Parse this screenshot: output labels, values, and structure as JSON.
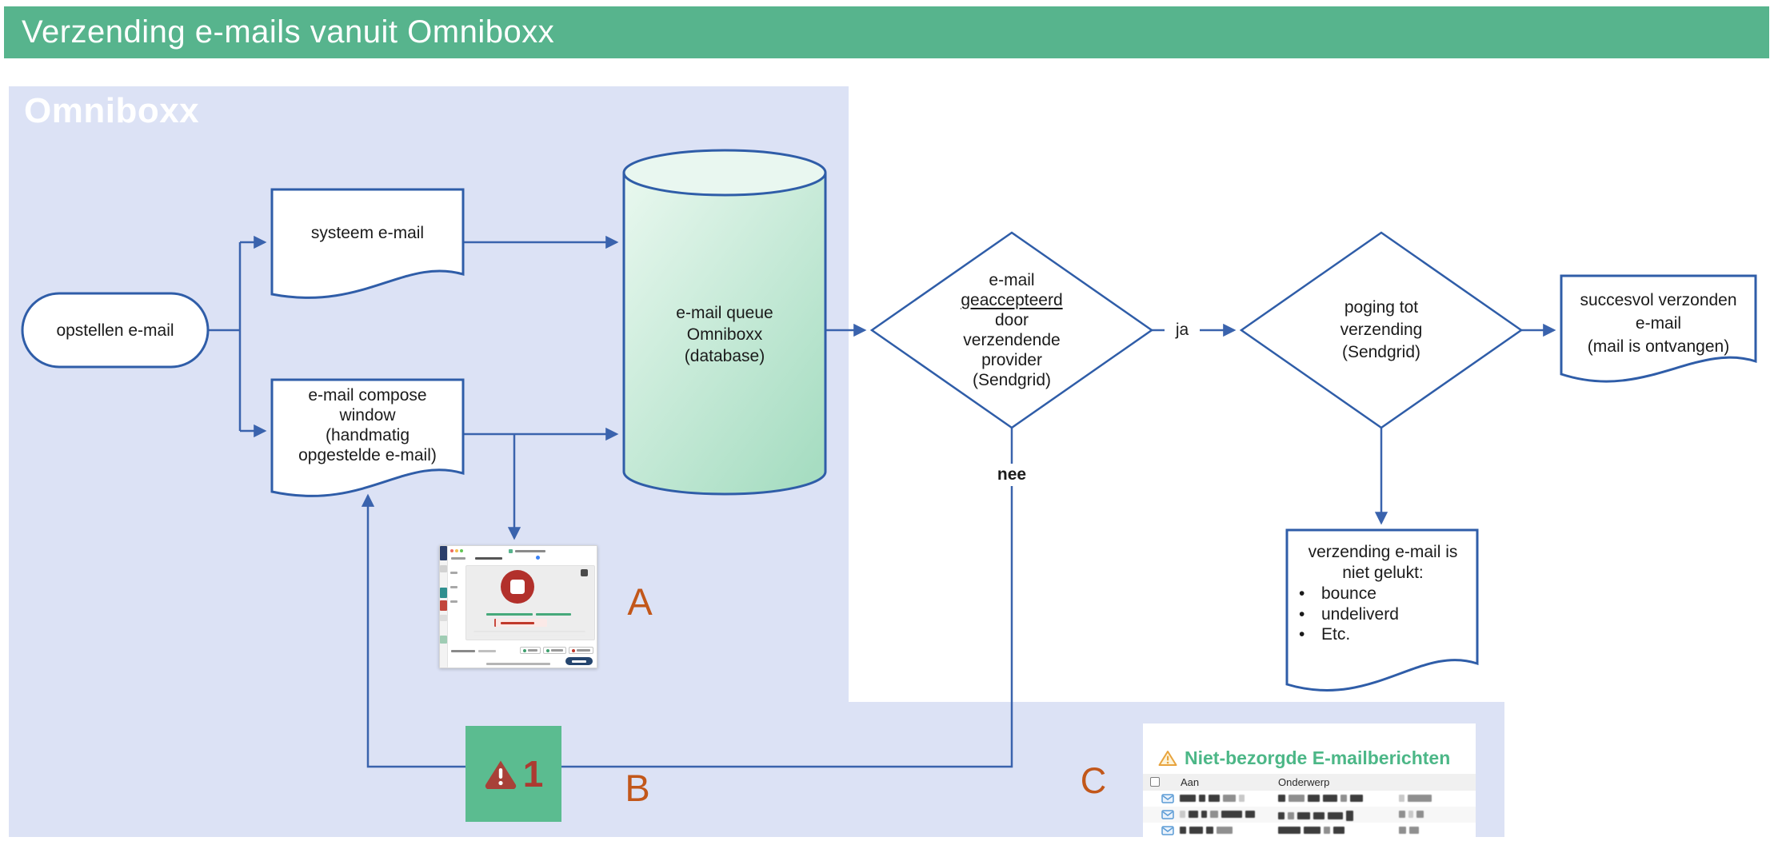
{
  "title_bar": {
    "title": "Verzending e-mails vanuit Omniboxx"
  },
  "region": {
    "label": "Omniboxx"
  },
  "flow": {
    "start": {
      "label": "opstellen e-mail"
    },
    "system_email": {
      "label": "systeem e-mail"
    },
    "compose_window": {
      "label": "e-mail compose\nwindow\n(handmatig\nopgestelde e-mail)"
    },
    "queue": {
      "label": "e-mail queue\nOmniboxx\n(database)"
    },
    "decision_accepted": {
      "line_top": "e-mail",
      "line_underlined": "geaccepteerd",
      "lines_rest": "door\nverzendende\nprovider\n(Sendgrid)"
    },
    "decision_attempt": {
      "label": "poging tot\nverzending\n(Sendgrid)"
    },
    "success_doc": {
      "label": "succesvol verzonden\ne-mail\n(mail is ontvangen)"
    },
    "failure_doc": {
      "title": "verzending e-mail is\nniet gelukt:",
      "bullets": [
        "bounce",
        "undeliverd",
        "Etc."
      ]
    },
    "edge_yes": "ja",
    "edge_no": "nee"
  },
  "annotations": {
    "a": "A",
    "b": "B",
    "c": "C"
  },
  "error_badge": {
    "count": "1"
  },
  "undelivered_panel": {
    "heading": "Niet-bezorgde E-mailberichten",
    "columns": [
      "Aan",
      "Onderwerp"
    ]
  },
  "colors": {
    "header_green": "#57B48D",
    "badge_green": "#5BBC90",
    "region_lavender": "#DCE2F5",
    "connector_blue": "#3A63AD",
    "shape_border_blue": "#2F5DA8",
    "annotation_orange": "#C2571A",
    "error_red": "#AC3A31",
    "panel_heading_green": "#4CB787"
  }
}
